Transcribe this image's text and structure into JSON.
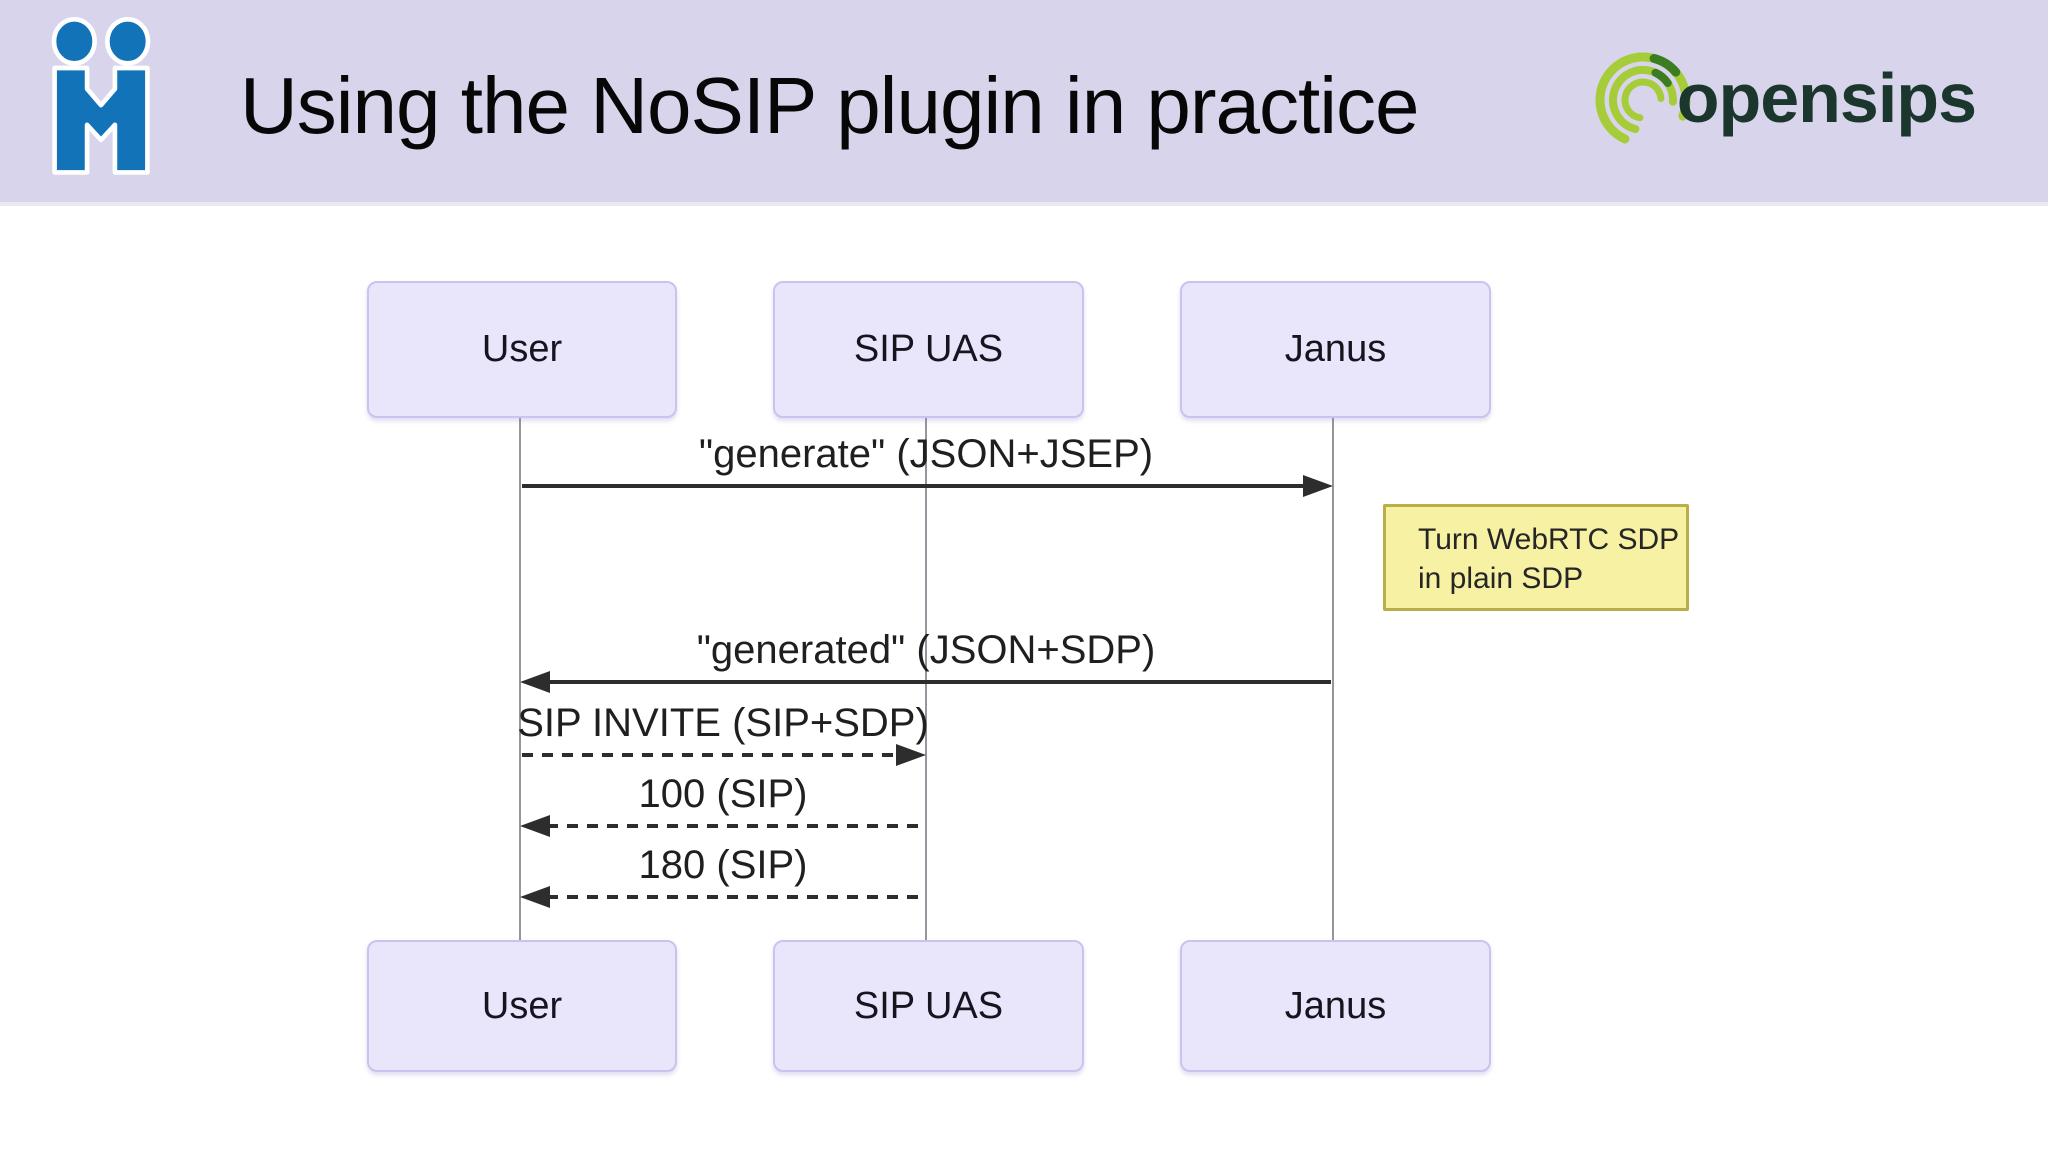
{
  "header": {
    "title": "Using the NoSIP plugin in practice",
    "brand_text": "opensips"
  },
  "diagram": {
    "actors": [
      {
        "name": "User"
      },
      {
        "name": "SIP UAS"
      },
      {
        "name": "Janus"
      }
    ],
    "messages": [
      {
        "label": "\"generate\" (JSON+JSEP)",
        "from": "User",
        "to": "Janus",
        "style": "solid"
      },
      {
        "label": "\"generated\" (JSON+SDP)",
        "from": "Janus",
        "to": "User",
        "style": "solid"
      },
      {
        "label": "SIP INVITE (SIP+SDP)",
        "from": "User",
        "to": "SIP UAS",
        "style": "dashed"
      },
      {
        "label": "100 (SIP)",
        "from": "SIP UAS",
        "to": "User",
        "style": "dashed"
      },
      {
        "label": "180 (SIP)",
        "from": "SIP UAS",
        "to": "User",
        "style": "dashed"
      }
    ],
    "note": {
      "lines": [
        "Turn WebRTC SDP",
        "in plain SDP"
      ]
    }
  },
  "colors": {
    "header_background": "#d7d4ec",
    "logo_blue": "#1273b8",
    "brand_green_text": "#1b362c",
    "swirl_green": "#a6cd39",
    "swirl_dark_green": "#3d7d22",
    "actor_fill": "#e9e6fb",
    "actor_border": "#c9c3ef",
    "note_fill": "#f6f1a3",
    "note_border": "#b9ae4a",
    "arrow_color": "#2d2d2d",
    "lifeline_color": "#97949e"
  }
}
